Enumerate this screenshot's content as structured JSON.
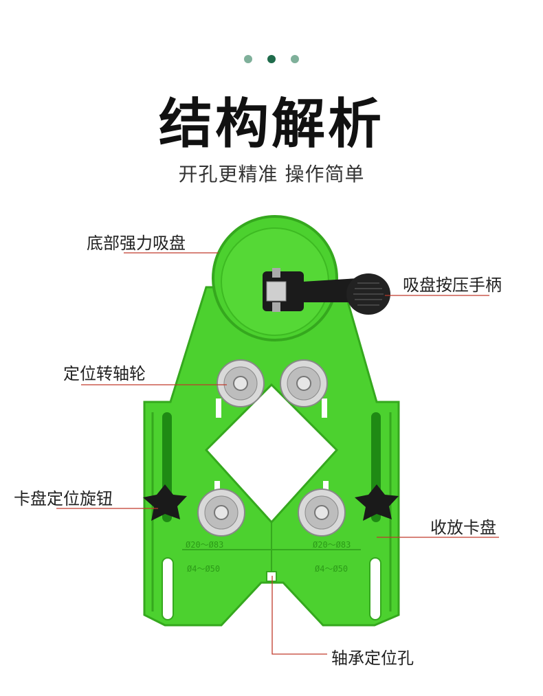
{
  "header": {
    "title": "结构解析",
    "subtitle": "开孔更精准 操作简单"
  },
  "pagination_dots": [
    {
      "active": false,
      "color": "#7fb09a"
    },
    {
      "active": true,
      "color": "#1f6b4b"
    },
    {
      "active": false,
      "color": "#7fb09a"
    }
  ],
  "callouts": {
    "suction_cup": "底部强力吸盘",
    "suction_handle": "吸盘按压手柄",
    "positioning_wheel": "定位转轴轮",
    "clamp_knob": "卡盘定位旋钮",
    "storage_chuck": "收放卡盘",
    "bearing_hole": "轴承定位孔"
  },
  "scale_marks": {
    "upper_left": "Ø20～Ø83",
    "upper_right": "Ø20～Ø83",
    "lower_left": "Ø4～Ø50",
    "lower_right": "Ø4～Ø50"
  },
  "colors": {
    "body_green": "#4cd12f",
    "body_green_dark": "#35a81e",
    "leader_line": "#c0392b",
    "knob": "#1a1a1a"
  }
}
